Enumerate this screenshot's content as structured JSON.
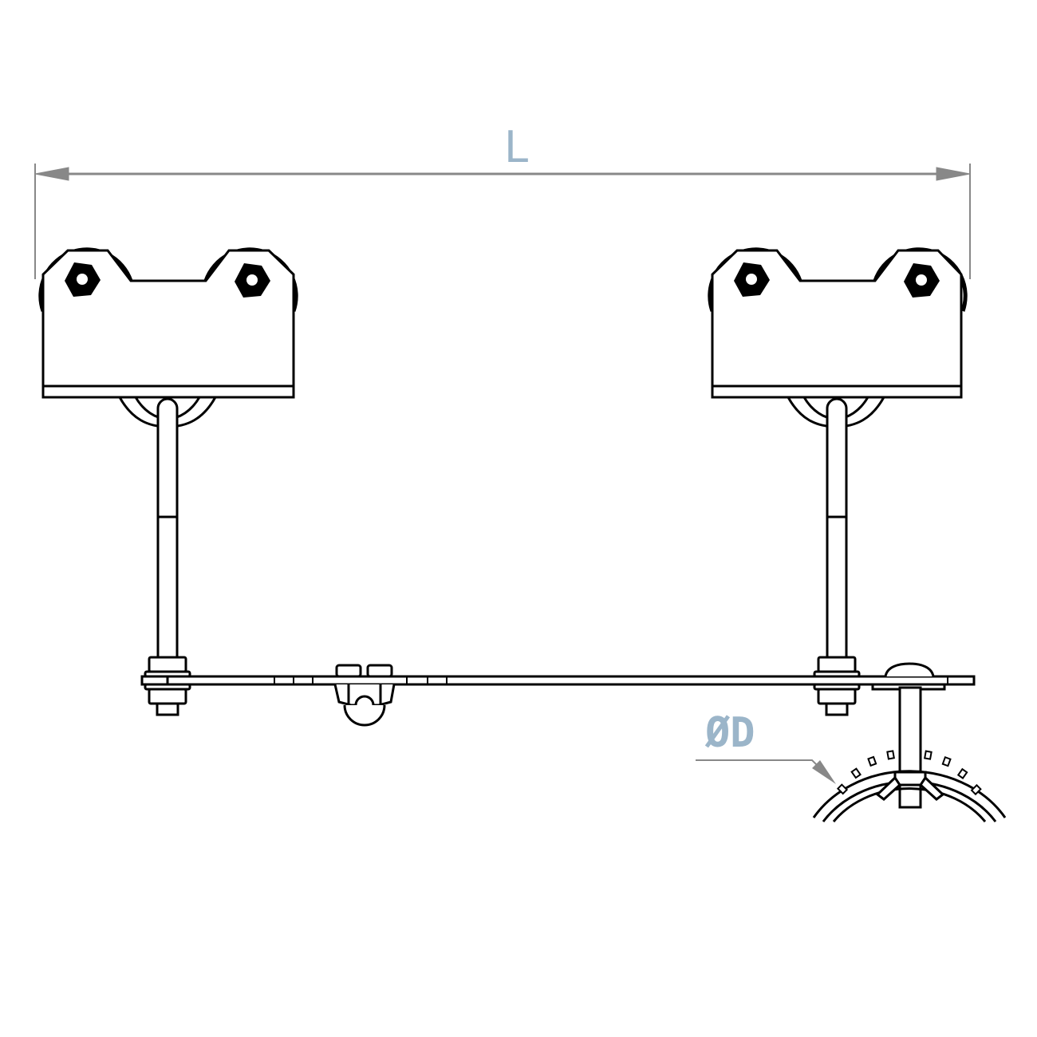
{
  "drawing": {
    "type": "technical-drawing",
    "subject": "cable trolley with clamp saddle",
    "dimensions": {
      "length_label": "L",
      "diameter_label": "ØD"
    },
    "colors": {
      "line": "#000000",
      "dimension_line": "#888888",
      "dimension_text": "#9bb5c9",
      "background": "#ffffff"
    },
    "components": [
      {
        "name": "left-trolley",
        "wheels": 2,
        "nuts": 2
      },
      {
        "name": "right-trolley",
        "wheels": 2,
        "nuts": 2
      },
      {
        "name": "left-hanger-rod"
      },
      {
        "name": "right-hanger-rod"
      },
      {
        "name": "flat-bar"
      },
      {
        "name": "center-u-clamp"
      },
      {
        "name": "pipe-saddle-clamp"
      }
    ]
  }
}
